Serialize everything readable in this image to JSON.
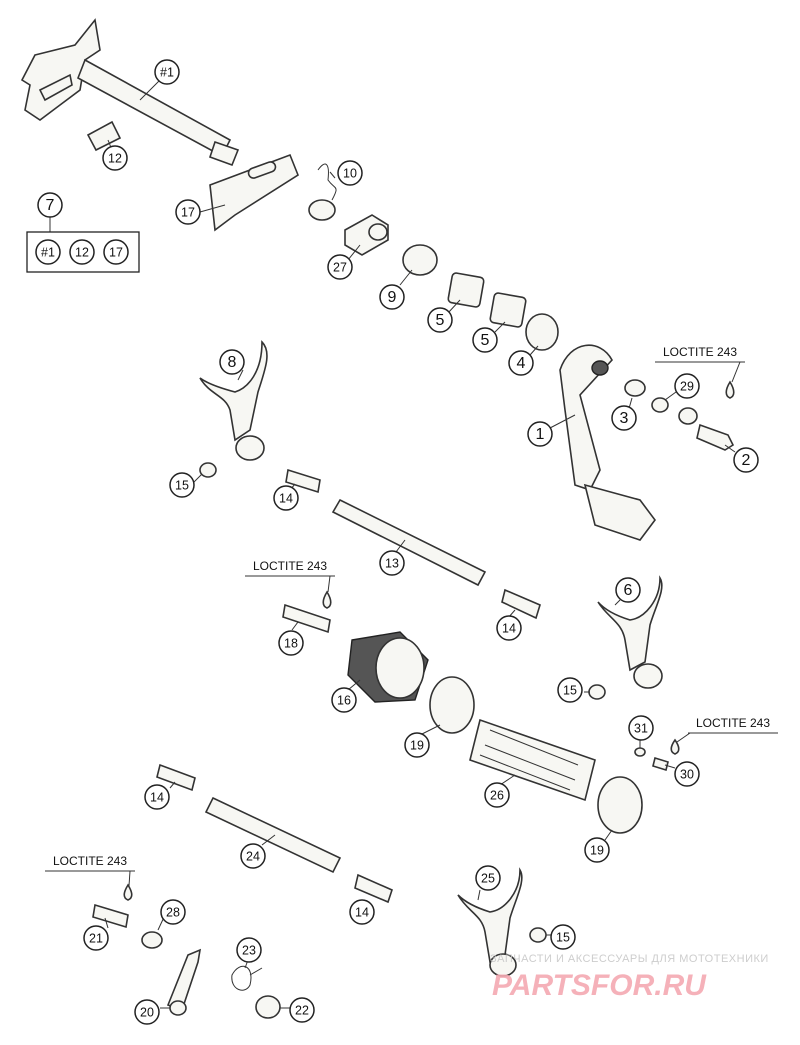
{
  "diagram": {
    "callouts": [
      "#1",
      "12",
      "17",
      "10",
      "7",
      "27",
      "9",
      "5",
      "5",
      "4",
      "8",
      "1",
      "3",
      "29",
      "2",
      "15",
      "14",
      "13",
      "6",
      "18",
      "14",
      "16",
      "15",
      "19",
      "31",
      "30",
      "26",
      "14",
      "19",
      "24",
      "25",
      "21",
      "28",
      "14",
      "15",
      "23",
      "20",
      "22"
    ],
    "kit_label": "7",
    "kit_items": [
      "#1",
      "12",
      "17"
    ],
    "loctite_notes": [
      "LOCTITE 243",
      "LOCTITE 243",
      "LOCTITE 243",
      "LOCTITE 243"
    ]
  },
  "watermark": {
    "caption": "ЗАПЧАСТИ И АКСЕССУАРЫ ДЛЯ МОТОТЕХНИКИ",
    "logo": "PARTSFOR.RU",
    "logo_color": "#f4a9b2"
  }
}
